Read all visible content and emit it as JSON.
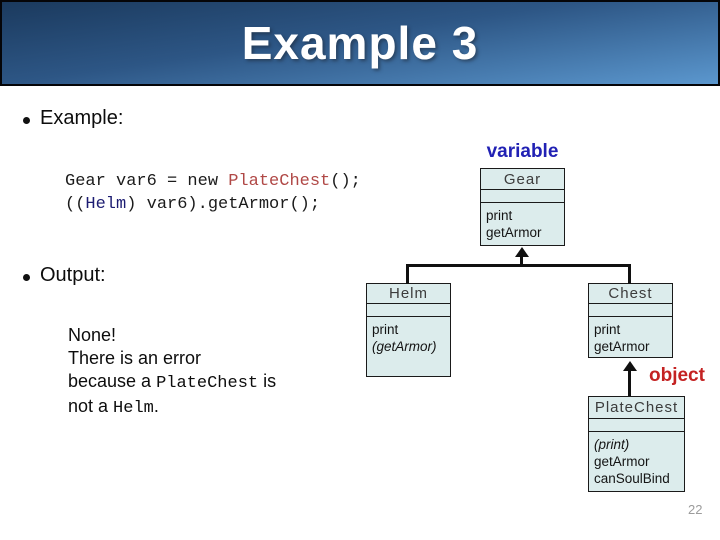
{
  "slide": {
    "title": "Example 3",
    "page_number": "22"
  },
  "sections": {
    "example_label": "Example:",
    "output_label": "Output:"
  },
  "code": {
    "l1_pre": "Gear var6 = new ",
    "l1_class": "PlateChest",
    "l1_post": "();",
    "l2_pre": "((",
    "l2_cast": "Helm",
    "l2_post": ") var6).getArmor();"
  },
  "output": {
    "line1": "None!",
    "line2": "There is an error",
    "line3_pre": "because a ",
    "line3_code": "PlateChest",
    "line3_post": " is",
    "line4_pre": "not a ",
    "line4_code": "Helm",
    "line4_post": "."
  },
  "diagram": {
    "variable_label": "variable",
    "object_label": "object",
    "boxes": {
      "gear": {
        "title": "Gear",
        "methods": [
          "print",
          "getArmor"
        ]
      },
      "helm": {
        "title": "Helm",
        "methods": [
          "print",
          "(getArmor)"
        ]
      },
      "chest": {
        "title": "Chest",
        "methods": [
          "print",
          "getArmor"
        ]
      },
      "platechest": {
        "title": "PlateChest",
        "methods": [
          "(print)",
          "getArmor",
          "canSoulBind"
        ]
      }
    }
  },
  "colors": {
    "header_gradient_top": "#1b3a5e",
    "header_gradient_bottom": "#5b97ce",
    "variable_label_blue": "#2121b4",
    "object_label_red": "#c42222",
    "code_class_red": "#b04846",
    "code_cast_navy": "#1c1c72",
    "box_fill": "#dcecec"
  }
}
